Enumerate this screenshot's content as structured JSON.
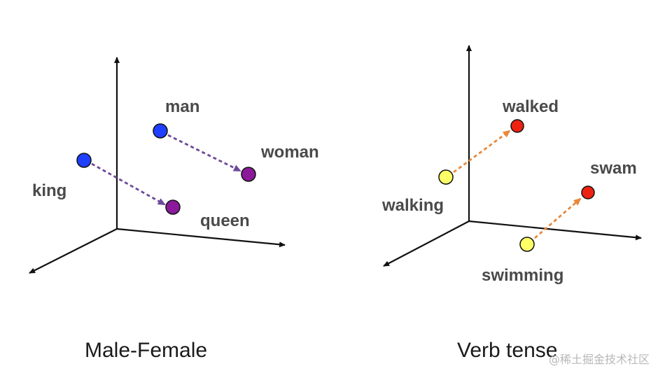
{
  "panels": [
    {
      "caption": "Male-Female",
      "words": {
        "man": "man",
        "woman": "woman",
        "king": "king",
        "queen": "queen"
      }
    },
    {
      "caption": "Verb tense",
      "words": {
        "walked": "walked",
        "walking": "walking",
        "swam": "swam",
        "swimming": "swimming"
      }
    }
  ],
  "colors": {
    "blue": "#1f3fff",
    "purple": "#8a1a9a",
    "yellow": "#ffff66",
    "red": "#ee2211",
    "purple_arrow": "#6b4a9a",
    "orange_arrow": "#e8883a",
    "axis": "#111111"
  },
  "watermark": "@稀土掘金技术社区"
}
